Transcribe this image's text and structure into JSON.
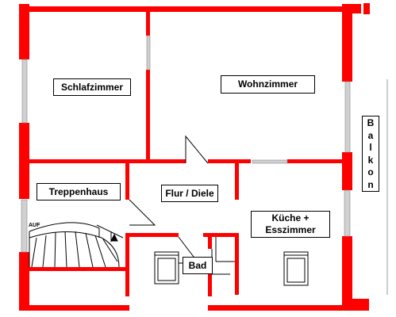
{
  "rooms": {
    "schlafzimmer": "Schlafzimmer",
    "wohnzimmer": "Wohnzimmer",
    "treppenhaus": "Treppenhaus",
    "flur": "Flur / Diele",
    "kueche_line1": "Küche +",
    "kueche_line2": "Esszimmer",
    "bad": "Bad"
  },
  "balkon": {
    "letters": [
      "B",
      "a",
      "l",
      "k",
      "o",
      "n"
    ]
  },
  "stairs": {
    "label": "AUF"
  },
  "colors": {
    "wall": "#ff0000",
    "line": "#000000",
    "window": "#c8c8c8"
  }
}
